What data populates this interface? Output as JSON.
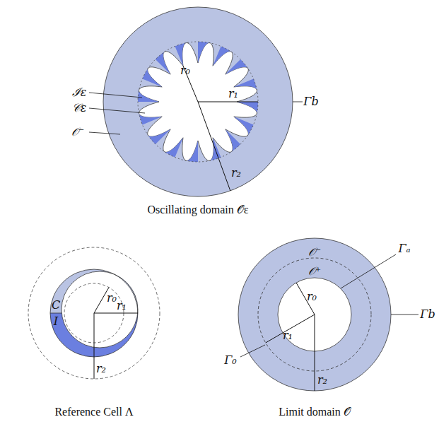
{
  "diagram": {
    "labels": [
      "ℐε",
      "𝒞ε",
      "𝒪⁻",
      "r₀",
      "r₁",
      "r₂",
      "Γb",
      "Oscillating domain 𝒪ε",
      "C",
      "I",
      "r₀",
      "r₁",
      "r₂",
      "Reference Cell Λ",
      "𝒪⁻",
      "𝒪⁺",
      "Γₐ",
      "r₀",
      "r₁",
      "Γ₀",
      "r₂",
      "Γb",
      "Limit domain 𝒪"
    ]
  }
}
